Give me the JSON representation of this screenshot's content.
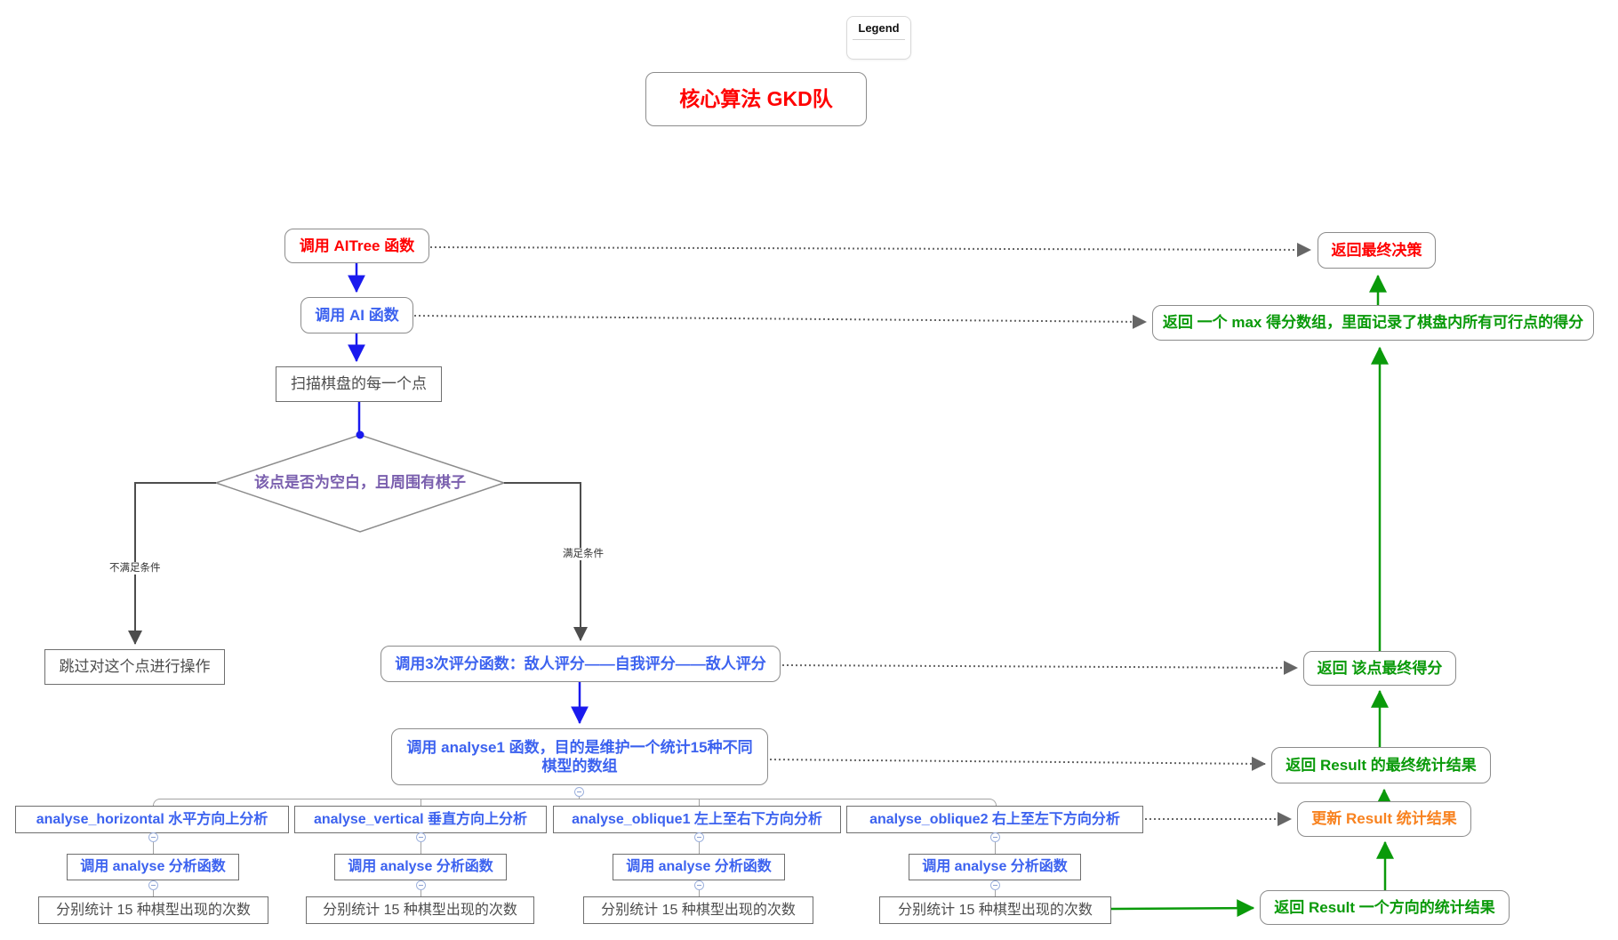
{
  "legend": {
    "label": "Legend"
  },
  "title": {
    "label": "核心算法 GKD队"
  },
  "colors": {
    "red": "#ff0000",
    "blue_text": "#3c62ef",
    "blue_arrow": "#1a1aee",
    "green": "#0a9a0a",
    "orange": "#f8821f",
    "purple": "#7a5fae",
    "gray_line": "#666666"
  },
  "nodes": {
    "ai_tree": {
      "label": "调用 AITree 函数"
    },
    "ai": {
      "label": "调用 AI 函数"
    },
    "scan": {
      "label": "扫描棋盘的每一个点"
    },
    "decision": {
      "label": "该点是否为空白，且周围有棋子"
    },
    "skip": {
      "label": "跳过对这个点进行操作"
    },
    "score3": {
      "label": "调用3次评分函数：敌人评分——自我评分——敌人评分"
    },
    "analyse1": {
      "label": "调用 analyse1 函数，目的是维护一个统计15种不同棋型的数组"
    },
    "final_decision": {
      "label": "返回最终决策"
    },
    "max_array": {
      "label": "返回 一个 max 得分数组，里面记录了棋盘内所有可行点的得分"
    },
    "point_score": {
      "label": "返回 该点最终得分"
    },
    "result_final": {
      "label": "返回 Result 的最终统计结果"
    },
    "result_update": {
      "label": "更新 Result 统计结果"
    },
    "result_direction": {
      "label": "返回 Result 一个方向的统计结果"
    }
  },
  "edge_labels": {
    "no": "不满足条件",
    "yes": "满足条件"
  },
  "columns": [
    {
      "title": "analyse_horizontal 水平方向上分析",
      "call": "调用 analyse 分析函数",
      "count": "分别统计 15 种棋型出现的次数"
    },
    {
      "title": "analyse_vertical 垂直方向上分析",
      "call": "调用 analyse 分析函数",
      "count": "分别统计 15 种棋型出现的次数"
    },
    {
      "title": "analyse_oblique1 左上至右下方向分析",
      "call": "调用 analyse 分析函数",
      "count": "分别统计 15 种棋型出现的次数"
    },
    {
      "title": "analyse_oblique2 右上至左下方向分析",
      "call": "调用 analyse 分析函数",
      "count": "分别统计 15 种棋型出现的次数"
    }
  ]
}
